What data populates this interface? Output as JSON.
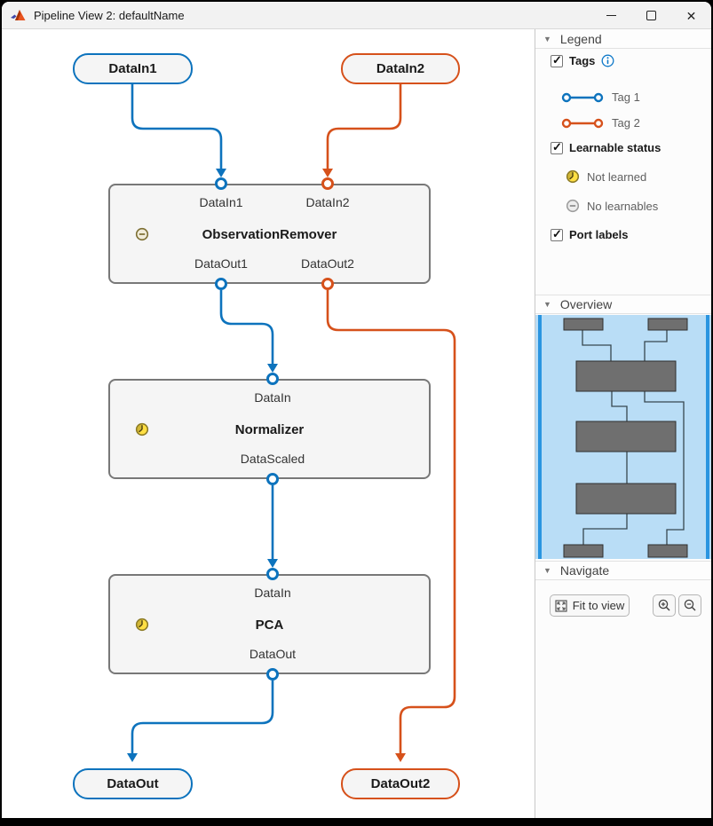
{
  "window": {
    "title": "Pipeline View 2: defaultName"
  },
  "colors": {
    "tag1_blue": "#0d73bd",
    "tag2_orange": "#d6511b",
    "node_fill": "#f5f5f5",
    "node_border": "#787878",
    "minimap_bg": "#b9ddf6",
    "minimap_box": "#6f6f6f",
    "not_learned_yellow": "#ffdf43"
  },
  "canvas": {
    "source_nodes": [
      {
        "label": "DataIn1",
        "tag": "Tag 1"
      },
      {
        "label": "DataIn2",
        "tag": "Tag 2"
      }
    ],
    "blocks": [
      {
        "title": "ObservationRemover",
        "status": "No learnables",
        "inputs": [
          "DataIn1",
          "DataIn2"
        ],
        "outputs": [
          "DataOut1",
          "DataOut2"
        ]
      },
      {
        "title": "Normalizer",
        "status": "Not learned",
        "inputs": [
          "DataIn"
        ],
        "outputs": [
          "DataScaled"
        ]
      },
      {
        "title": "PCA",
        "status": "Not learned",
        "inputs": [
          "DataIn"
        ],
        "outputs": [
          "DataOut"
        ]
      }
    ],
    "sink_nodes": [
      {
        "label": "DataOut",
        "tag": "Tag 1"
      },
      {
        "label": "DataOut2",
        "tag": "Tag 2"
      }
    ]
  },
  "sidebar": {
    "legend": {
      "header": "Legend",
      "tags_label": "Tags",
      "tag_items": [
        {
          "label": "Tag 1"
        },
        {
          "label": "Tag 2"
        }
      ],
      "learnable_label": "Learnable status",
      "not_learned_label": "Not learned",
      "no_learnables_label": "No learnables",
      "port_labels_label": "Port labels"
    },
    "overview": {
      "header": "Overview"
    },
    "navigate": {
      "header": "Navigate",
      "fit_to_view_label": "Fit to view"
    }
  }
}
